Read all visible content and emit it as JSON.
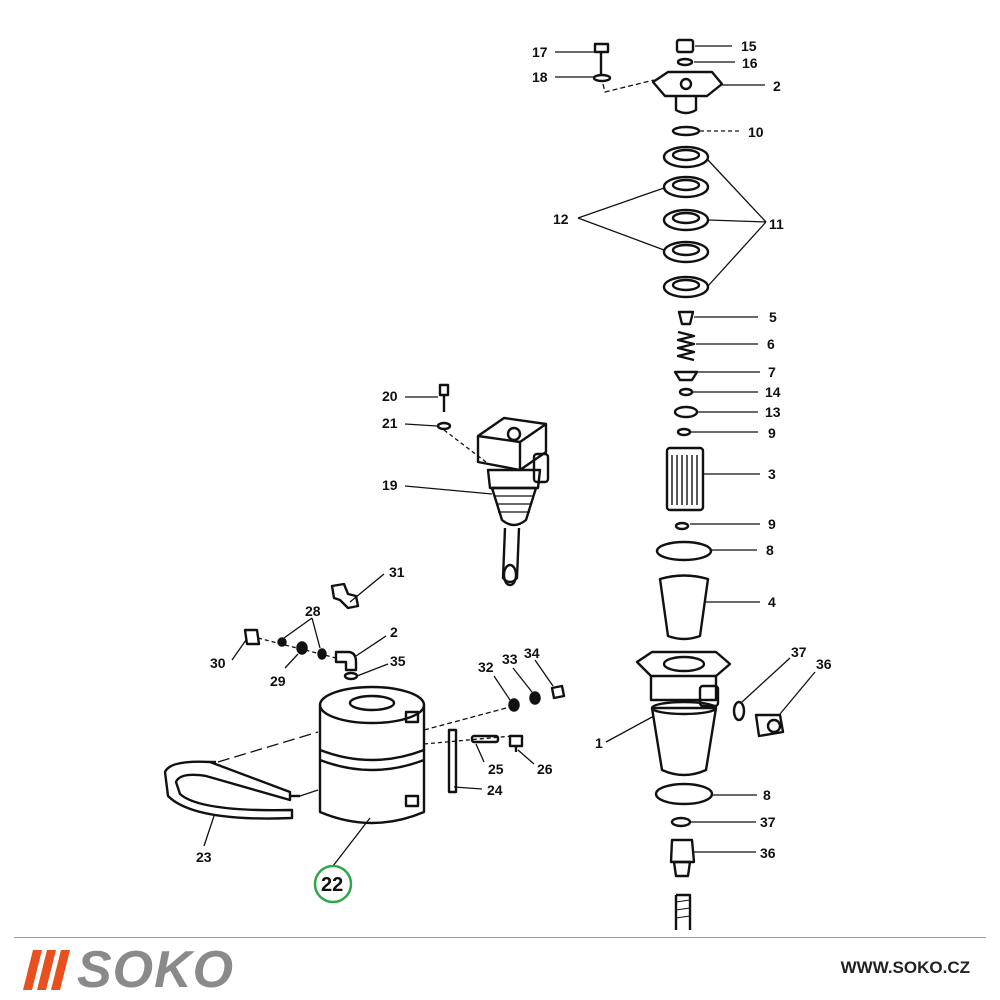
{
  "diagram": {
    "callout_labels": [
      "1",
      "2",
      "3",
      "4",
      "5",
      "6",
      "7",
      "8",
      "9",
      "10",
      "11",
      "12",
      "13",
      "14",
      "15",
      "16",
      "17",
      "18",
      "19",
      "20",
      "21",
      "22",
      "23",
      "24",
      "25",
      "26",
      "28",
      "29",
      "30",
      "31",
      "32",
      "33",
      "34",
      "35",
      "36",
      "37"
    ],
    "highlighted_callout": "22",
    "highlight_color": "#2ea84a"
  },
  "footer": {
    "brand": "SOKO",
    "brand_color": "#8a8a8a",
    "accent_color": "#e8501f",
    "url": "WWW.SOKO.CZ"
  }
}
